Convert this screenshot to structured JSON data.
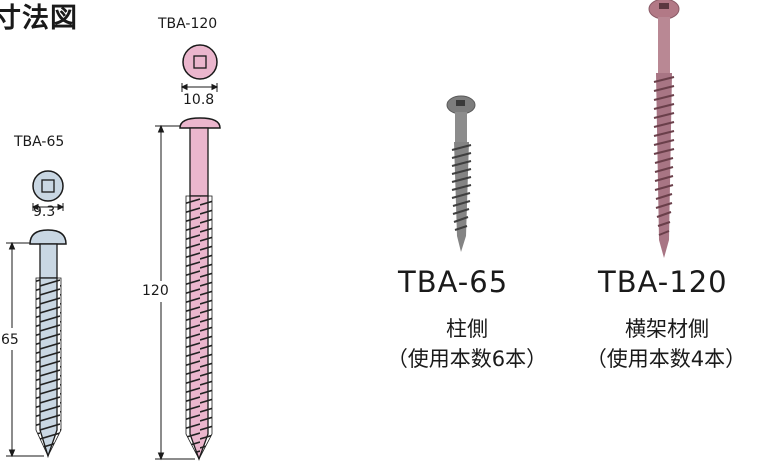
{
  "title": "寸法図",
  "drawings": {
    "tba65": {
      "name": "TBA-65",
      "head_width": "9.3",
      "length": "65"
    },
    "tba120": {
      "name": "TBA-120",
      "head_width": "10.8",
      "length": "120"
    }
  },
  "photos": {
    "tba65": {
      "name": "TBA-65",
      "usage": "柱側",
      "count": "（使用本数6本）"
    },
    "tba120": {
      "name": "TBA-120",
      "usage": "横架材側",
      "count": "（使用本数4本）"
    }
  },
  "colors": {
    "tba65_body": "#c9d7e3",
    "tba120_body": "#ebb6cd",
    "line": "#1a1a1a"
  },
  "icons": [
    "square-drive-head-icon"
  ]
}
